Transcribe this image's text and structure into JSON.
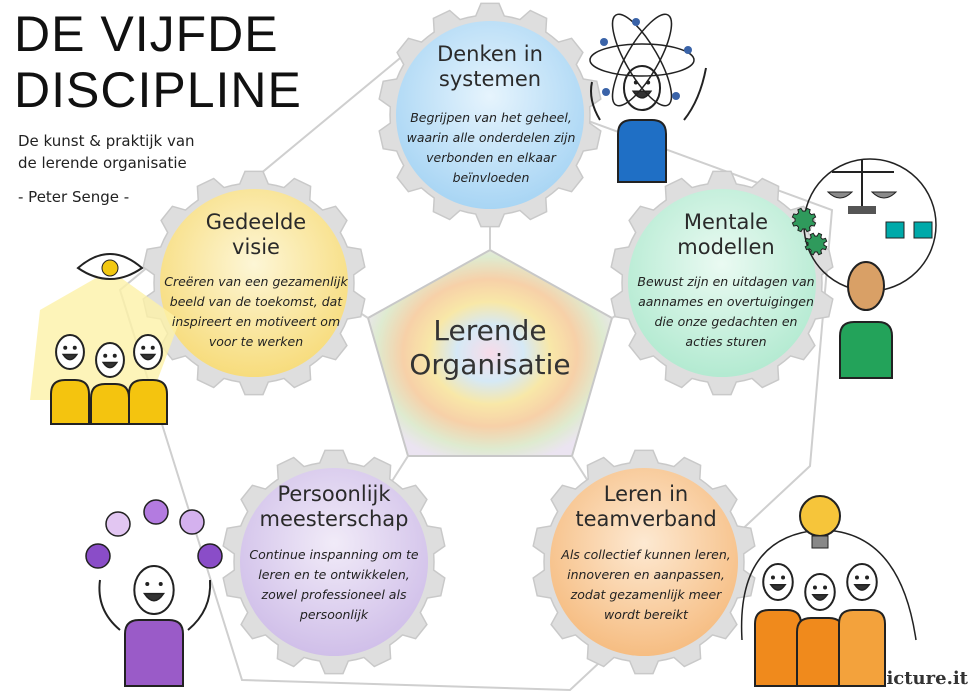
{
  "title_line1": "DE VIJFDE",
  "title_line2": "DISCIPLINE",
  "subtitle": "De kunst & praktijk van de lerende organisatie",
  "author": "- Peter Senge -",
  "center": {
    "line1": "Lerende",
    "line2": "Organisatie"
  },
  "disciplines": [
    {
      "title_line1": "Denken in",
      "title_line2": "systemen",
      "desc": [
        "Begrijpen van het geheel,",
        "waarin alle onderdelen zijn",
        "verbonden en elkaar",
        "beïnvloeden"
      ],
      "color": "#bfe0f7"
    },
    {
      "title_line1": "Mentale",
      "title_line2": "modellen",
      "desc": [
        "Bewust zijn en uitdagen van",
        "aannames en overtuigingen",
        "die onze gedachten en",
        "acties sturen"
      ],
      "color": "#c9f0df"
    },
    {
      "title_line1": "Leren in",
      "title_line2": "teamverband",
      "desc": [
        "Als collectief kunnen leren,",
        "innoveren en aanpassen,",
        "zodat gezamenlijk meer",
        "wordt bereikt"
      ],
      "color": "#f9cfa0"
    },
    {
      "title_line1": "Persoonlijk",
      "title_line2": "meesterschap",
      "desc": [
        "Continue inspanning om te",
        "leren en te ontwikkelen,",
        "zowel professioneel als",
        "persoonlijk"
      ],
      "color": "#ddd0ef"
    },
    {
      "title_line1": "Gedeelde",
      "title_line2": "visie",
      "desc": [
        "Creëren van een gezamenlijk",
        "beeld van de toekomst, dat",
        "inspireert en motiveert om",
        "voor te werken"
      ],
      "color": "#f9e7a0"
    }
  ],
  "logo": "icture.it",
  "colors": {
    "gear_teeth": "#dedede",
    "outline": "#c9c9c9"
  }
}
